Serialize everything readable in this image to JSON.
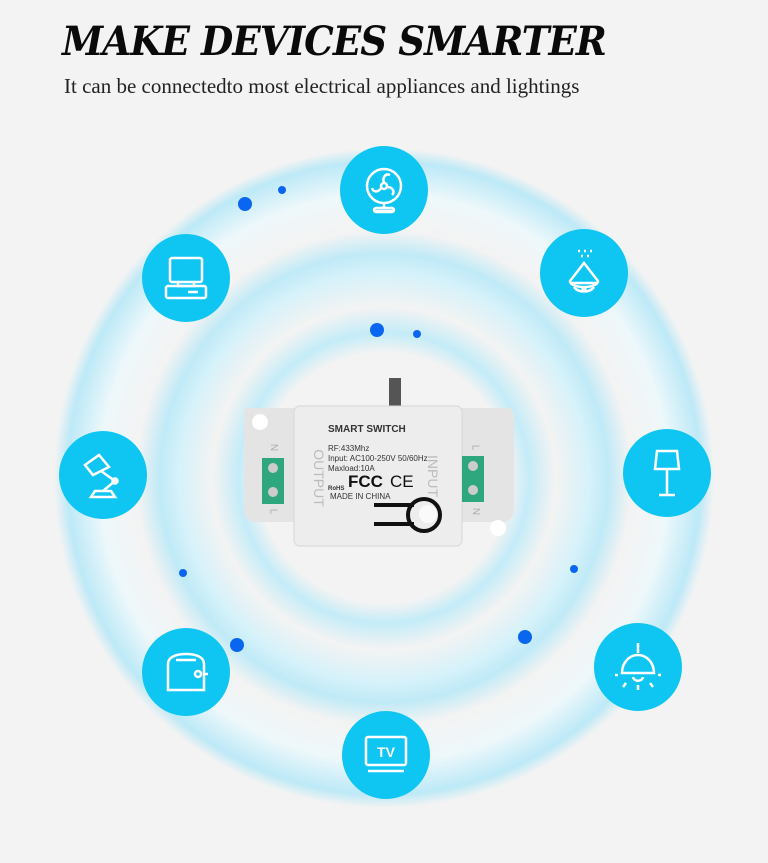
{
  "header": {
    "title": "MAKE DEVICES SMARTER",
    "subtitle": "It can be connectedto most electrical appliances and lightings"
  },
  "device": {
    "name": "SMART SWITCH",
    "rf": "RF:433Mhz",
    "input": "Input: AC100-250V 50/60Hz",
    "maxload": "Maxload:10A",
    "origin": "MADE IN CHINA",
    "output_label": "OUTPUT",
    "input_label": "INPUT",
    "rohs": "RoHS",
    "fcc": "FCC",
    "ce": "CE",
    "terminal_left": [
      "N",
      "L"
    ],
    "terminal_right": [
      "L",
      "N"
    ]
  },
  "appliances": [
    {
      "icon": "fan-icon"
    },
    {
      "icon": "humidifier-icon"
    },
    {
      "icon": "floor-lamp-icon"
    },
    {
      "icon": "ceiling-light-icon"
    },
    {
      "icon": "tv-icon",
      "label": "TV"
    },
    {
      "icon": "toaster-icon"
    },
    {
      "icon": "desk-lamp-icon"
    },
    {
      "icon": "computer-icon"
    }
  ],
  "colors": {
    "accent": "#0fc6f2",
    "dot": "#0a66f0",
    "ring": "#bfeaf7",
    "terminal": "#2fa77e"
  }
}
